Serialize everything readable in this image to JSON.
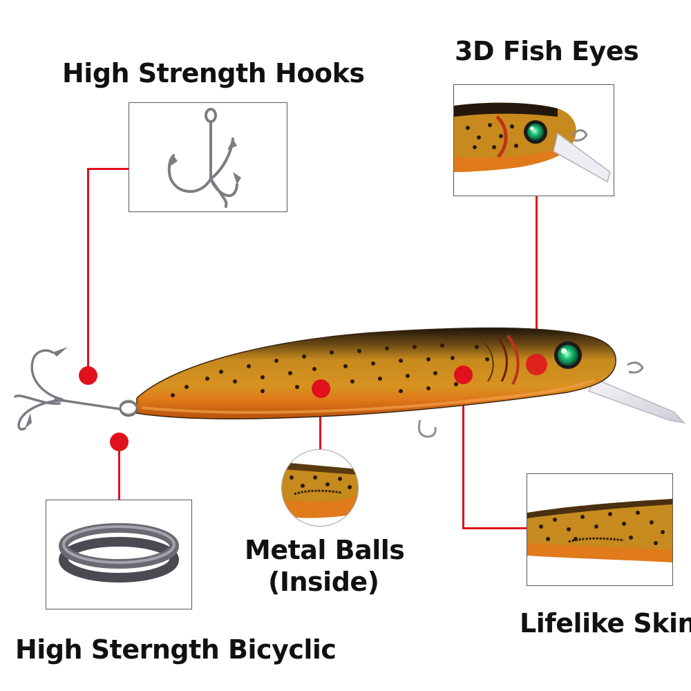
{
  "labels": {
    "hooks": "High Strength Hooks",
    "eyes": "3D Fish Eyes",
    "balls_line1": "Metal Balls",
    "balls_line2": "(Inside)",
    "skin": "Lifelike Skin",
    "ring": "High Sterngth Bicyclic"
  },
  "colors": {
    "callout_red": "#e0101c",
    "lure_back": "#1e150c",
    "lure_body": "#c88a1c",
    "lure_belly": "#e0741c",
    "eye_green": "#18c070"
  }
}
